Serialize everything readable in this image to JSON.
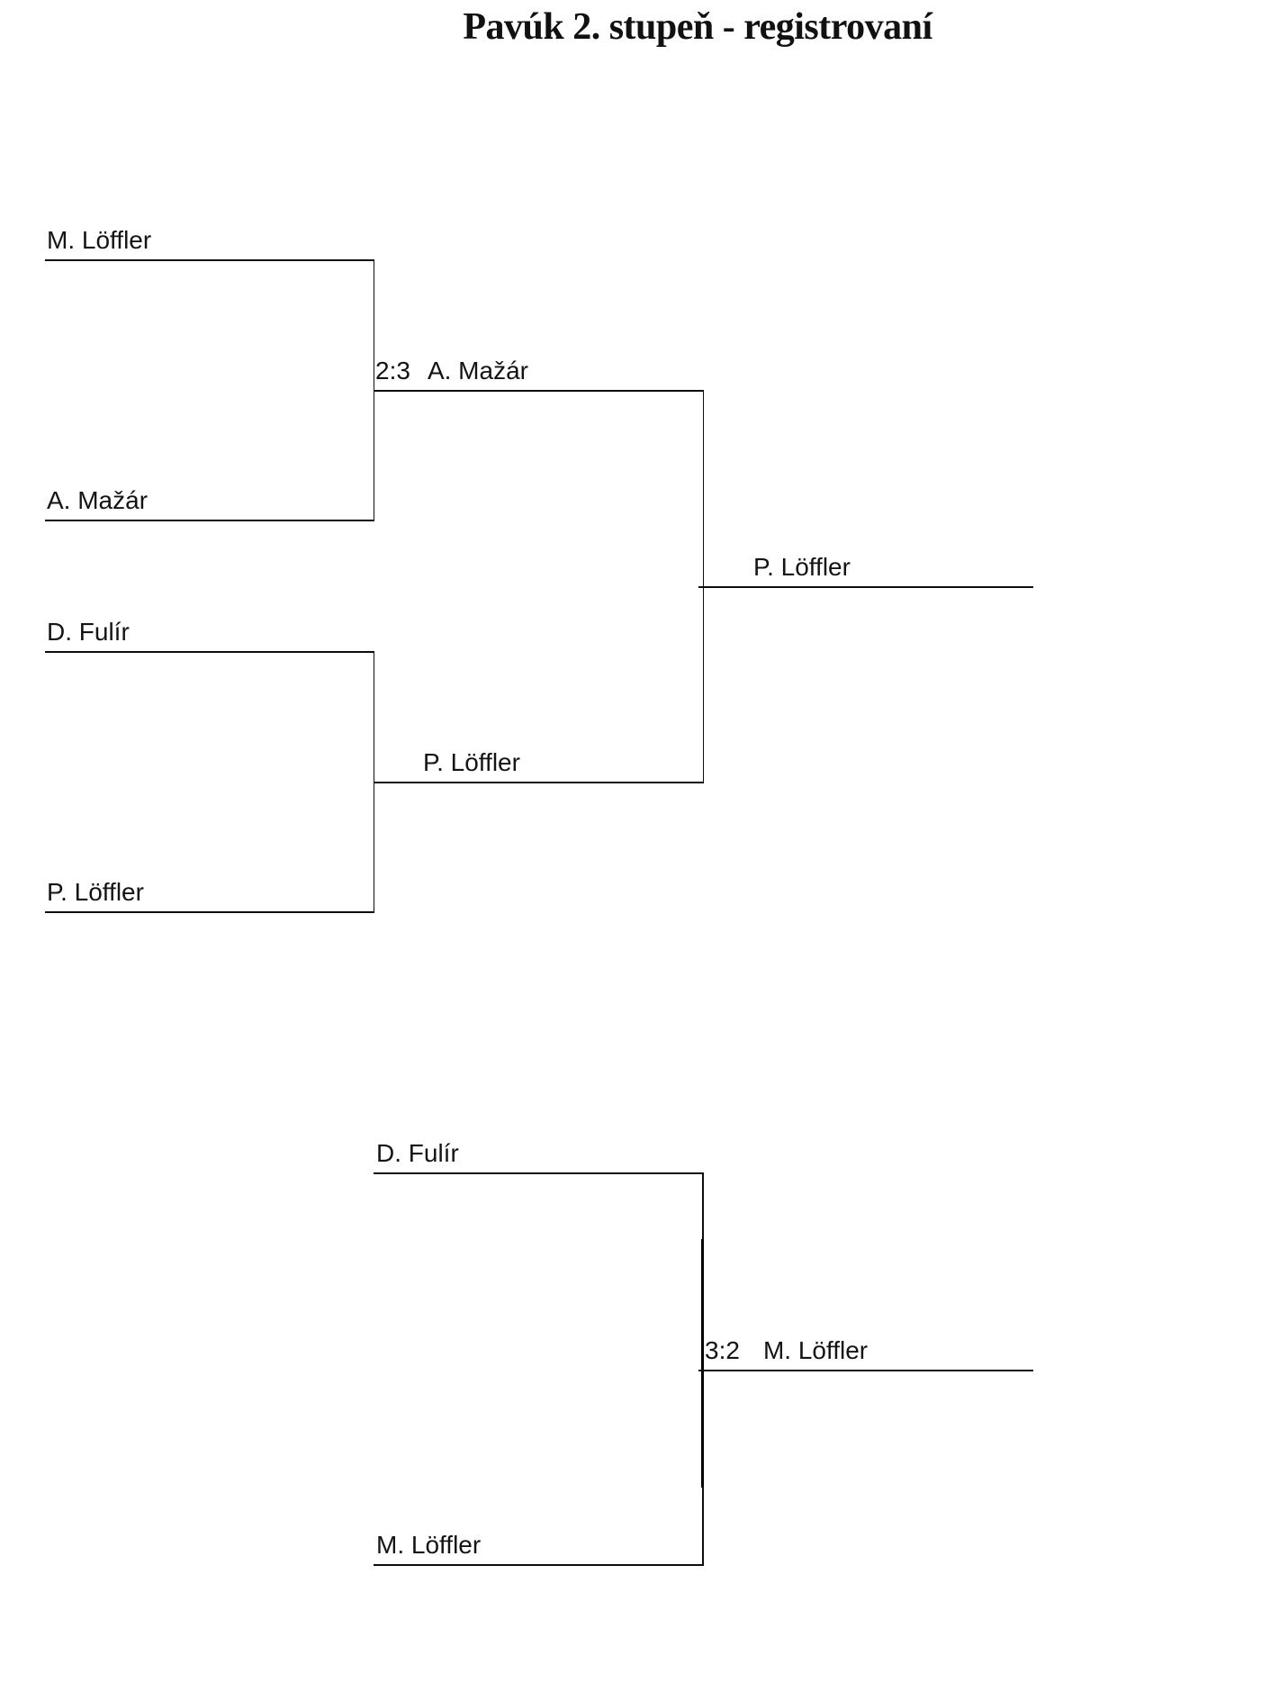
{
  "title": "Pavúk 2. stupeň - registrovaní",
  "top_bracket": {
    "match1": {
      "player_top": "M. Löffler",
      "player_bottom": "A. Mažár",
      "score": "2:3",
      "winner": "A. Mažár"
    },
    "match2": {
      "player_top": "D. Fulír",
      "player_bottom": "P. Löffler",
      "winner": "P. Löffler"
    },
    "final_winner": "P. Löffler"
  },
  "bottom_bracket": {
    "match": {
      "player_top": "D. Fulír",
      "player_bottom": "M. Löffler",
      "score": "3:2",
      "winner": "M. Löffler"
    }
  }
}
